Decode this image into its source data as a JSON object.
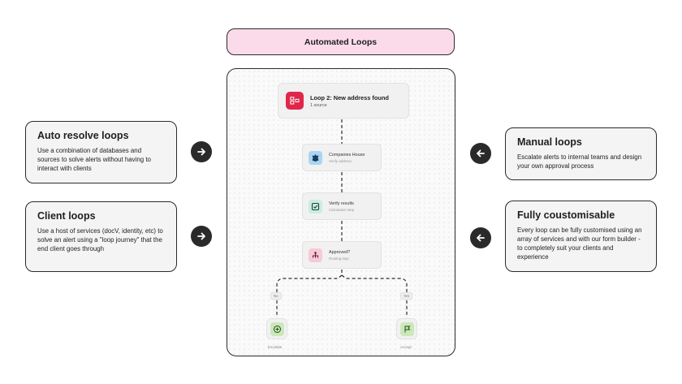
{
  "title": "Automated Loops",
  "flow": {
    "main_node": {
      "title": "Loop 2: New address found",
      "subtitle": "1 source",
      "icon": "connector-icon"
    },
    "steps": [
      {
        "title": "Companies House",
        "subtitle": "Verify address",
        "icon": "crest-icon"
      },
      {
        "title": "Verify results",
        "subtitle": "Calculation step",
        "icon": "image-check-icon"
      },
      {
        "title": "Approved?",
        "subtitle": "Routing step",
        "icon": "branch-icon"
      }
    ],
    "branches": {
      "no": "No",
      "yes": "Yes"
    },
    "outcomes": {
      "escalate": "Escalate",
      "accept": "Accept"
    }
  },
  "cards": {
    "auto_resolve": {
      "title": "Auto resolve loops",
      "body": "Use a combination of databases and sources to solve alerts without having to interact with clients"
    },
    "client": {
      "title": "Client loops",
      "body": "Use a host of services (docV, identity, etc) to solve an alert using a \"loop journey\" that the end client goes through"
    },
    "manual": {
      "title": "Manual loops",
      "body": "Escalate alerts to internal teams and design your own approval process"
    },
    "customisable": {
      "title": "Fully coustomisable",
      "body": "Every loop can be fully customised using an array of services and with our form builder - to completely suit your clients and experience"
    }
  },
  "colors": {
    "title_fill": "#fbdbea",
    "main_icon": "#e0274a",
    "companies_icon": "#a9d6f2",
    "verify_icon": "#c9ede0",
    "approved_icon": "#f8c9d6",
    "outcome_icon": "#cbe8bb"
  }
}
